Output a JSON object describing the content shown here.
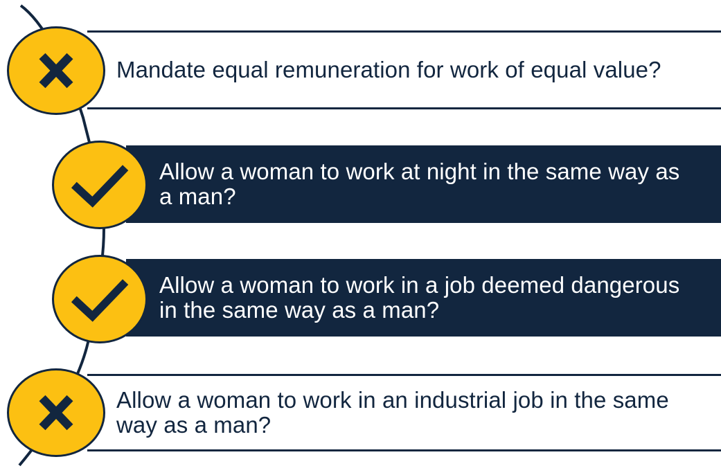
{
  "colors": {
    "navy": "#12263f",
    "gold": "#fcc012",
    "white": "#ffffff"
  },
  "items": [
    {
      "status": "no",
      "status_icon": "x-mark-icon",
      "text": "Mandate equal remuneration for work of equal value?"
    },
    {
      "status": "yes",
      "status_icon": "check-mark-icon",
      "text": "Allow a woman to work at night in the same way as a man?"
    },
    {
      "status": "yes",
      "status_icon": "check-mark-icon",
      "text": "Allow a woman to work in a job deemed dangerous in the same way as a man?"
    },
    {
      "status": "no",
      "status_icon": "x-mark-icon",
      "text": "Allow a woman to work in an industrial job in the same way as a man?"
    }
  ]
}
